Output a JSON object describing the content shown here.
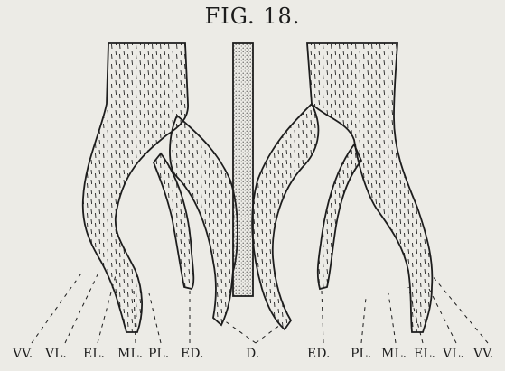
{
  "figure": {
    "title": "FIG. 18.",
    "labels": {
      "left_vv": "VV.",
      "left_vl": "VL.",
      "left_el": "EL.",
      "left_ml": "ML.",
      "left_pl": "PL.",
      "left_ed": "ED.",
      "center_d": "D.",
      "right_ed": "ED.",
      "right_pl": "PL.",
      "right_ml": "ML.",
      "right_el": "EL.",
      "right_vl": "VL.",
      "right_vv": "VV."
    }
  },
  "colors": {
    "ink": "#1d1d1d",
    "paper": "#ecebe6"
  }
}
